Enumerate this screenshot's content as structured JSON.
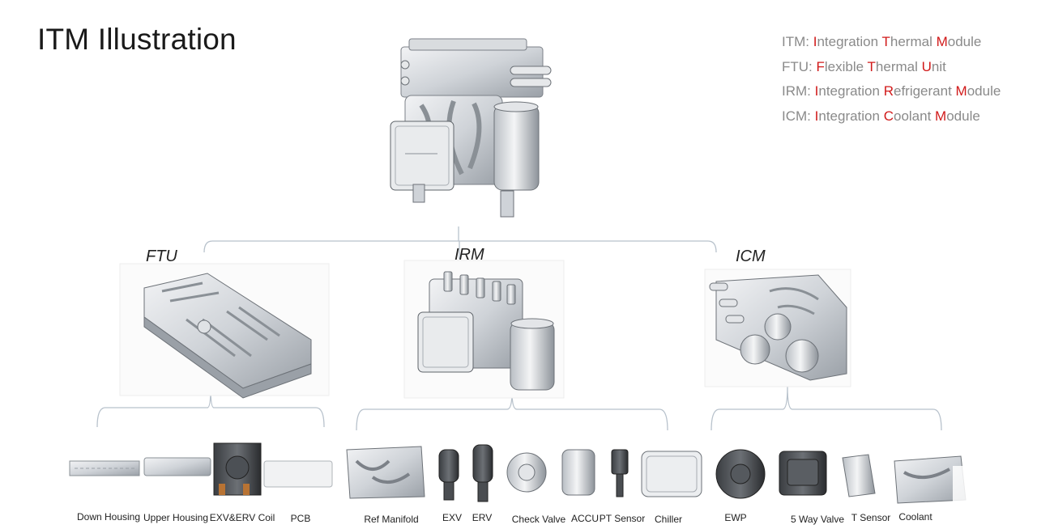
{
  "title": "ITM Illustration",
  "legend": [
    {
      "abbr": "ITM:",
      "segments": [
        [
          "I",
          "Integration"
        ],
        [
          "T",
          "Thermal"
        ],
        [
          "M",
          "Module"
        ]
      ]
    },
    {
      "abbr": "FTU:",
      "segments": [
        [
          "F",
          "Flexible"
        ],
        [
          "T",
          "Thermal"
        ],
        [
          "U",
          "Unit"
        ]
      ]
    },
    {
      "abbr": "IRM:",
      "segments": [
        [
          "I",
          "Integration"
        ],
        [
          "R",
          "Refrigerant"
        ],
        [
          "M",
          "Module"
        ]
      ]
    },
    {
      "abbr": "ICM:",
      "segments": [
        [
          "I",
          "Integration"
        ],
        [
          "C",
          "Coolant"
        ],
        [
          "M",
          "Module"
        ]
      ]
    }
  ],
  "modules": {
    "ftu": "FTU",
    "irm": "IRM",
    "icm": "ICM"
  },
  "parts": {
    "down_housing": "Down Housing",
    "upper_housing": "Upper Housing",
    "exv_erv_coil": "EXV&ERV Coil",
    "pcb": "PCB",
    "ref_manifold": "Ref Manifold",
    "exv": "EXV",
    "erv": "ERV",
    "check_valve": "Check Valve",
    "accu": "ACCU",
    "pt_sensor": "PT Sensor",
    "chiller": "Chiller",
    "ewp": "EWP",
    "five_way_valve": "5 Way Valve",
    "t_sensor": "T Sensor",
    "coolant_manifold": "Coolant"
  },
  "colors": {
    "accent": "#d11a1a",
    "legend_text": "#8a8a8a",
    "line": "#b8c2cc"
  }
}
